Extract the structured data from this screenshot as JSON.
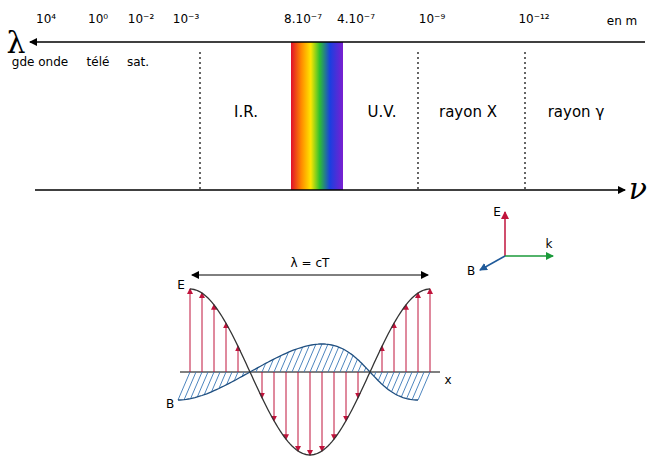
{
  "diagram": {
    "labels": [
      "λ",
      "10⁴",
      "10⁰",
      "10⁻²",
      "10⁻³",
      "8.10⁻⁷",
      "4.10⁻⁷",
      "10⁻⁹",
      "10⁻¹²",
      "en m",
      "gde onde",
      "télé",
      "sat.",
      "I.R.",
      "U.V.",
      "rayon X",
      "rayon γ",
      "ν",
      "E",
      "B",
      "k",
      "λ = cT",
      "E",
      "B",
      "x"
    ]
  }
}
